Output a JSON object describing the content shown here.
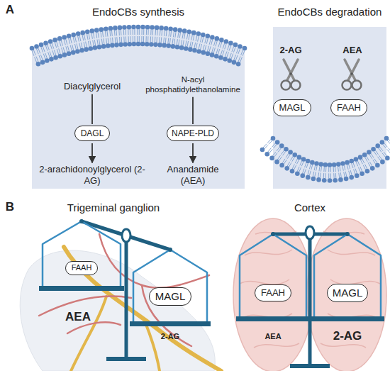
{
  "diagram": {
    "nodes": [
      {
        "text": [
          "EndoCBs synthesis"
        ]
      },
      {
        "text": [
          "Diacylglycerol"
        ],
        "in": 0
      },
      {
        "text": [
          "N-acyl phosphatidylethanolamine"
        ],
        "in": 0
      },
      {
        "text": [
          "DAGL"
        ],
        "in": 0
      },
      {
        "text": [
          "NAPE-PLD"
        ],
        "in": 0
      },
      {
        "text": [
          "2-arachidonoylglycerol (2-AG)"
        ],
        "in": 0
      },
      {
        "text": [
          "Anandamide (AEA)"
        ],
        "in": 0
      },
      {
        "text": [
          "EndoCBs degradation",
          "2-AG",
          "AEA"
        ]
      },
      {
        "text": [
          "MAGL"
        ],
        "in": 7
      },
      {
        "text": [
          "FAAH"
        ],
        "in": 7
      },
      {
        "text": [
          "FAAH"
        ]
      },
      {
        "text": [
          "MAGL"
        ]
      },
      {
        "text": [
          "FAAH"
        ]
      },
      {
        "text": [
          "MAGL"
        ]
      }
    ],
    "edges": [
      {
        "from": 1,
        "to": 3,
        "arrow": "none"
      },
      {
        "from": 3,
        "to": 5,
        "arrow": "to"
      },
      {
        "from": 2,
        "to": 4,
        "arrow": "none"
      },
      {
        "from": 4,
        "to": 6,
        "arrow": "to"
      }
    ],
    "labels": [
      "A",
      "B",
      "Trigeminal ganglion",
      "AEA",
      "2-AG",
      "Cortex",
      "AEA",
      "2-AG"
    ]
  }
}
